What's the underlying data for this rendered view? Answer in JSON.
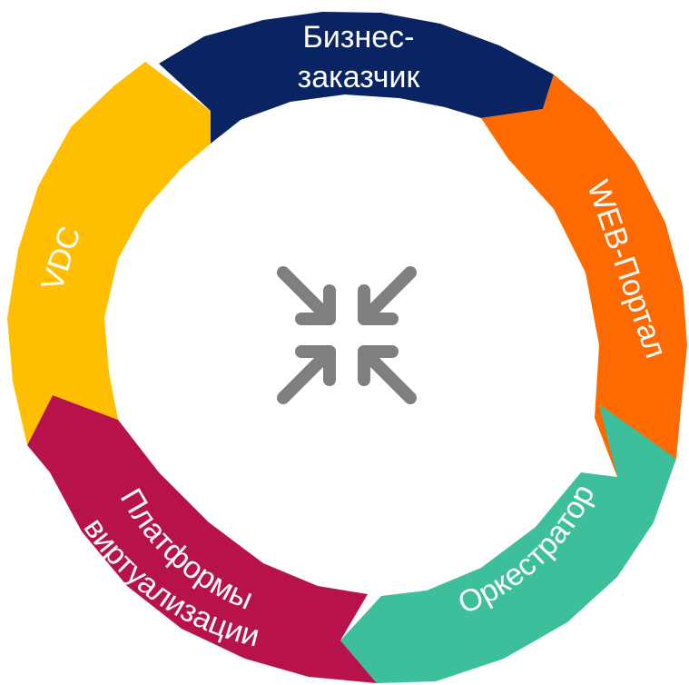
{
  "segments": [
    {
      "id": "business-customer",
      "label_lines": [
        "Бизнес-",
        "заказчик"
      ],
      "color": "#0a2463"
    },
    {
      "id": "web-portal",
      "label_lines": [
        "WEB-Портал"
      ],
      "color": "#ff6a00"
    },
    {
      "id": "orchestrator",
      "label_lines": [
        "Оркестратор"
      ],
      "color": "#3dbf9c"
    },
    {
      "id": "virtualization-platforms",
      "label_lines": [
        "Платформы",
        "виртуализации"
      ],
      "color": "#b7124b"
    },
    {
      "id": "vdc",
      "label_lines": [
        "VDC"
      ],
      "color": "#ffbf00"
    }
  ],
  "center_icon": {
    "name": "collapse-arrows-icon",
    "color": "#7f7f7f"
  }
}
